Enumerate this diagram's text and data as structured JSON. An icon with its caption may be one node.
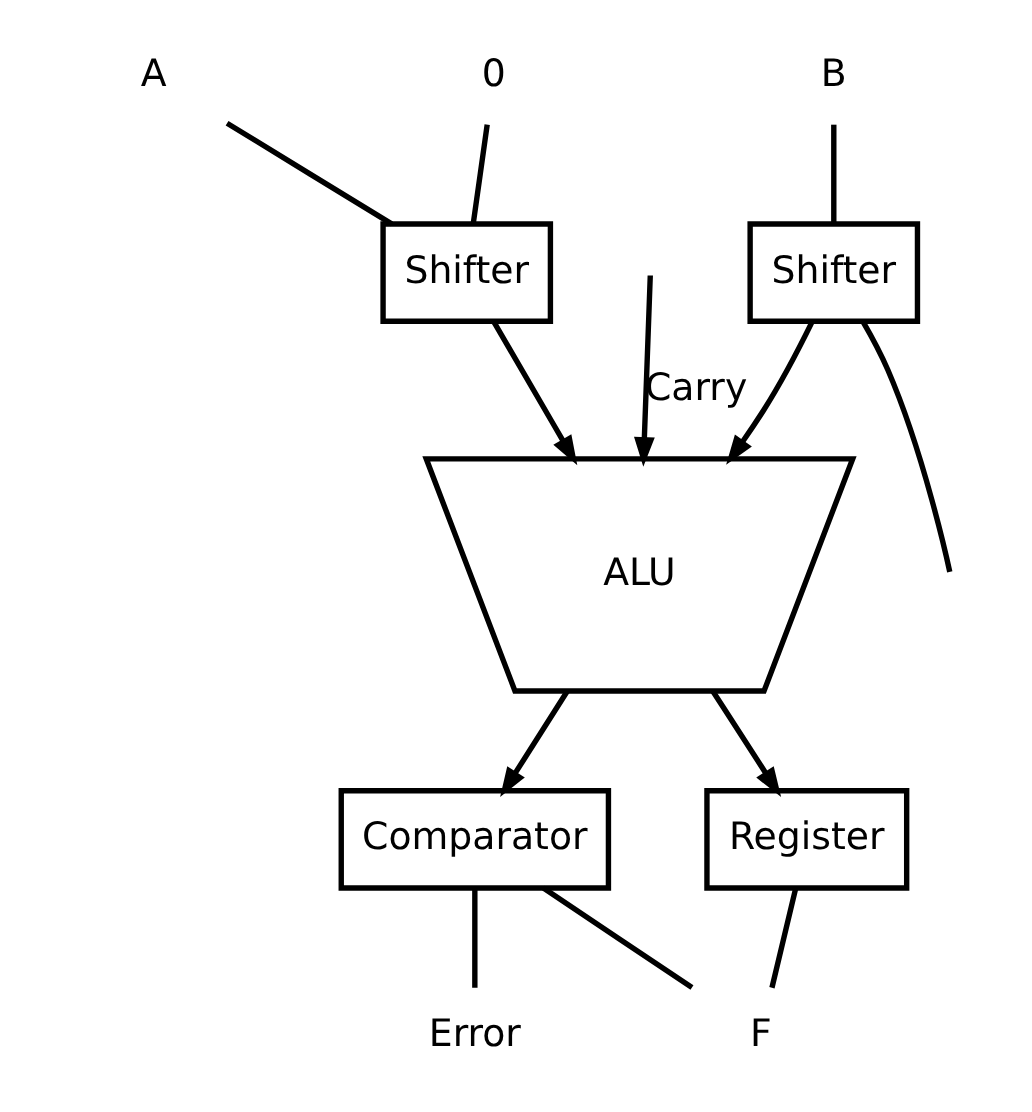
{
  "diagram": {
    "nodes": [
      {
        "text": [
          "A"
        ]
      },
      {
        "text": [
          "0"
        ]
      },
      {
        "text": [
          "B"
        ]
      },
      {
        "text": [
          "Shifter"
        ]
      },
      {
        "text": [
          "Shifter"
        ]
      },
      {
        "text": [
          "ALU"
        ]
      },
      {
        "text": [
          "Comparator"
        ]
      },
      {
        "text": [
          "Register"
        ]
      },
      {
        "text": [
          "Error"
        ]
      },
      {
        "text": [
          "F"
        ]
      }
    ],
    "edges": [
      {
        "from": 0,
        "to": 3,
        "arrow": "none"
      },
      {
        "from": 1,
        "to": 3,
        "arrow": "none"
      },
      {
        "from": 2,
        "to": 4,
        "arrow": "none"
      },
      {
        "from": 4,
        "to": null,
        "arrow": "none"
      },
      {
        "from": 3,
        "to": 5,
        "arrow": "to"
      },
      {
        "from": 4,
        "to": 5,
        "arrow": "to"
      },
      {
        "from": null,
        "to": 5,
        "arrow": "to",
        "label": "Carry"
      },
      {
        "from": 5,
        "to": 6,
        "arrow": "to"
      },
      {
        "from": 5,
        "to": 7,
        "arrow": "to"
      },
      {
        "from": 6,
        "to": 8,
        "arrow": "none"
      },
      {
        "from": 7,
        "to": 9,
        "arrow": "none"
      },
      {
        "from": 6,
        "to": 9,
        "arrow": "none"
      }
    ]
  }
}
